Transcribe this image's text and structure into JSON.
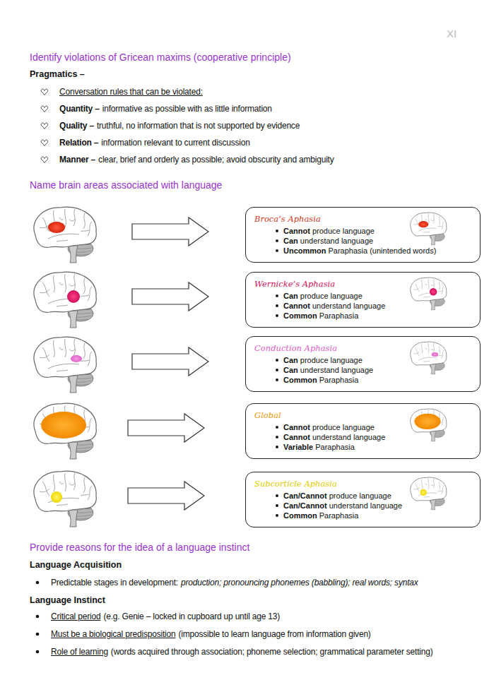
{
  "diagram": {
    "nodes": [
      {
        "text": [
          "Broca’s Aphasia",
          "Cannot",
          "produce language",
          "Can",
          "understand language",
          "Uncommon",
          "Paraphasia (unintended words)"
        ]
      },
      {
        "text": [
          "Wernicke’s Aphasia",
          "Can",
          "produce language",
          "Cannot",
          "understand language",
          "Common",
          "Paraphasia"
        ]
      },
      {
        "text": [
          "Conduction Aphasia",
          "Can",
          "produce language",
          "Can",
          "understand language",
          "Common",
          "Paraphasia"
        ]
      },
      {
        "text": [
          "Global",
          "Cannot",
          "produce language",
          "Cannot",
          "understand language",
          "Variable",
          "Paraphasia"
        ]
      },
      {
        "text": [
          "Subcorticle Aphasia",
          "Can/Cannot",
          "produce language",
          "Can/Cannot",
          "understand language",
          "Common",
          "Paraphasia"
        ]
      }
    ],
    "labels": [
      "XI",
      "Identify violations of Gricean maxims (cooperative principle)",
      "Pragmatics –",
      "Conversation rules that can be violated:",
      "Quantity –",
      "informative as possible with as little information",
      "Quality –",
      "truthful, no information that is not supported by evidence",
      "Relation –",
      "information relevant to current discussion",
      "Manner –",
      "clear, brief and orderly as possible; avoid obscurity and ambiguity",
      "Name brain areas associated with language",
      "Provide reasons for the idea of a language instinct",
      "Language Acquisition",
      "Predictable stages in development:",
      "production; pronouncing phonemes (babbling); real words; syntax",
      "Language Instinct",
      "Critical period",
      "(e.g. Genie – locked in cupboard up until age 13)",
      "Must be a biological predisposition",
      "(impossible to learn language from information given)",
      "Role of learning",
      "(words acquired through association; phoneme selection; grammatical parameter setting)"
    ]
  }
}
